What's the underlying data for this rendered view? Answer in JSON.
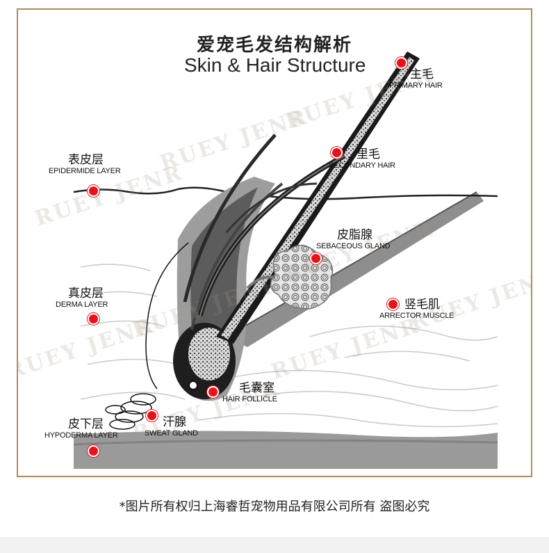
{
  "title": {
    "cn": "爱宠毛发结构解析",
    "en": "Skin & Hair Structure"
  },
  "watermark": "RUEY JENR",
  "labels": {
    "primary_hair": {
      "cn": "主毛",
      "en": "PRIMARY HAIR"
    },
    "secondary_hair": {
      "cn": "里毛",
      "en": "SECONDARY HAIR"
    },
    "epidermis": {
      "cn": "表皮层",
      "en": "EPIDERMIDE LAYER"
    },
    "sebaceous_gland": {
      "cn": "皮脂腺",
      "en": "SEBACEOUS GLAND"
    },
    "derma": {
      "cn": "真皮层",
      "en": "DERMA LAYER"
    },
    "arrector_muscle": {
      "cn": "竖毛肌",
      "en": "ARRECTOR MUSCLE"
    },
    "hair_follicle": {
      "cn": "毛囊室",
      "en": "HAIR FOLLICLE"
    },
    "hypoderma": {
      "cn": "皮下层",
      "en": "HYPODERMA LAYER"
    },
    "sweat_gland": {
      "cn": "汗腺",
      "en": "SWEAT GLAND"
    }
  },
  "footer": "*图片所有权归上海睿哲宠物用品有限公司所有 盗图必究",
  "colors": {
    "marker": "#e3141b",
    "frame": "#b08a5a"
  }
}
